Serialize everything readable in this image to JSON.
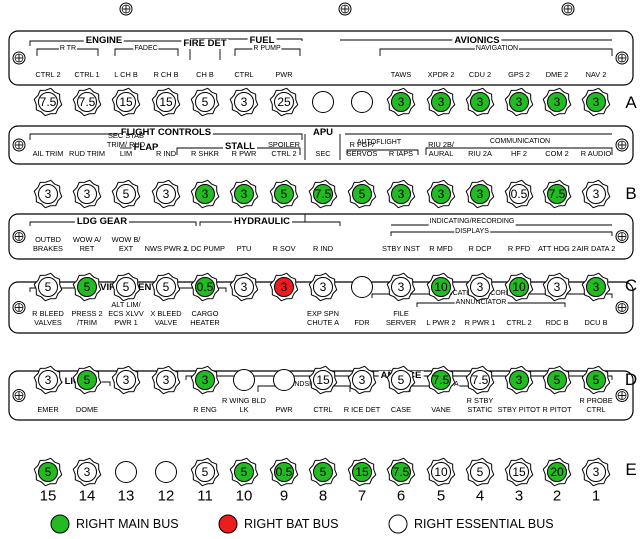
{
  "colors": {
    "main": "#22bb22",
    "bat": "#ee1c1c",
    "ess": "#ffffff"
  },
  "row_labels": [
    "A",
    "B",
    "C",
    "D",
    "E"
  ],
  "column_numbers": [
    "15",
    "14",
    "13",
    "12",
    "11",
    "10",
    "9",
    "8",
    "7",
    "6",
    "5",
    "4",
    "3",
    "2",
    "1"
  ],
  "legend": [
    {
      "bus": "main",
      "label": "RIGHT MAIN BUS"
    },
    {
      "bus": "bat",
      "label": "RIGHT BAT BUS"
    },
    {
      "bus": "ess",
      "label": "RIGHT ESSENTIAL BUS"
    }
  ],
  "rows": [
    {
      "id": "A",
      "groups": [
        "ENGINE",
        "FIRE DET",
        "FUEL",
        "AVIONICS"
      ],
      "subgroups": [
        "R TR",
        "FADEC",
        "R PUMP",
        "NAVIGATION"
      ],
      "labels": [
        "CTRL 2",
        "CTRL 1",
        "L CH B",
        "R CH B",
        "CH B",
        "CTRL",
        "PWR",
        "",
        "",
        "TAWS",
        "XPDR 2",
        "CDU 2",
        "GPS 2",
        "DME 2",
        "NAV 2"
      ],
      "breakers": [
        {
          "v": "7.5",
          "bus": "ess"
        },
        {
          "v": "7.5",
          "bus": "ess"
        },
        {
          "v": "15",
          "bus": "ess"
        },
        {
          "v": "15",
          "bus": "ess"
        },
        {
          "v": "5",
          "bus": "ess"
        },
        {
          "v": "3",
          "bus": "ess"
        },
        {
          "v": "25",
          "bus": "ess"
        },
        {
          "v": "",
          "bus": "ess"
        },
        {
          "v": "",
          "bus": "ess"
        },
        {
          "v": "3",
          "bus": "main"
        },
        {
          "v": "3",
          "bus": "main"
        },
        {
          "v": "3",
          "bus": "main"
        },
        {
          "v": "3",
          "bus": "main"
        },
        {
          "v": "3",
          "bus": "main"
        },
        {
          "v": "3",
          "bus": "main"
        }
      ]
    },
    {
      "id": "B",
      "groups": [
        "FLIGHT CONTROLS",
        "APU",
        "FLAP",
        "STALL"
      ],
      "subgroups": [
        "AUTOFLIGHT",
        "COMMUNICATION"
      ],
      "labels": [
        "AIL TRIM",
        "RUD TRIM",
        "SEC STAB TRIM/ RUD LIM",
        "R IND",
        "R SHKR",
        "R PWR",
        "SPOILER CTRL 2",
        "SEC",
        "R FGP/ SERVOS",
        "R IAPS",
        "RIU 2B/ AURAL",
        "RIU 2A",
        "HF 2",
        "COM 2",
        "R AUDIO"
      ],
      "breakers": [
        {
          "v": "3",
          "bus": "ess"
        },
        {
          "v": "3",
          "bus": "ess"
        },
        {
          "v": "5",
          "bus": "ess"
        },
        {
          "v": "3",
          "bus": "ess"
        },
        {
          "v": "3",
          "bus": "main"
        },
        {
          "v": "3",
          "bus": "main"
        },
        {
          "v": "5",
          "bus": "main"
        },
        {
          "v": "7.5",
          "bus": "main"
        },
        {
          "v": "5",
          "bus": "main"
        },
        {
          "v": "3",
          "bus": "main"
        },
        {
          "v": "3",
          "bus": "main"
        },
        {
          "v": "3",
          "bus": "main"
        },
        {
          "v": "0.5",
          "bus": "ess"
        },
        {
          "v": "7.5",
          "bus": "main"
        },
        {
          "v": "3",
          "bus": "ess"
        }
      ]
    },
    {
      "id": "C",
      "groups": [
        "LDG GEAR",
        "HYDRAULIC"
      ],
      "subgroups": [
        "INDICATING/RECORDING",
        "DISPLAYS"
      ],
      "labels": [
        "OUTBD BRAKES",
        "WOW A/ RET",
        "WOW B/ EXT",
        "NWS PWR 2",
        "L DC PUMP",
        "PTU",
        "R SOV",
        "R IND",
        "",
        "STBY INST",
        "R MFD",
        "R DCP",
        "R PFD",
        "ATT HDG 2",
        "AIR DATA 2"
      ],
      "breakers": [
        {
          "v": "5",
          "bus": "ess"
        },
        {
          "v": "5",
          "bus": "main"
        },
        {
          "v": "5",
          "bus": "ess"
        },
        {
          "v": "5",
          "bus": "ess"
        },
        {
          "v": "0.5",
          "bus": "main"
        },
        {
          "v": "3",
          "bus": "ess"
        },
        {
          "v": "3",
          "bus": "bat"
        },
        {
          "v": "3",
          "bus": "ess"
        },
        {
          "v": "",
          "bus": "ess"
        },
        {
          "v": "3",
          "bus": "ess"
        },
        {
          "v": "10",
          "bus": "main"
        },
        {
          "v": "3",
          "bus": "ess"
        },
        {
          "v": "10",
          "bus": "main"
        },
        {
          "v": "3",
          "bus": "ess"
        },
        {
          "v": "3",
          "bus": "main"
        }
      ]
    },
    {
      "id": "D",
      "groups": [
        "ENVIRONMENTAL"
      ],
      "subgroups": [
        "INDICATING/RECORDING",
        "ANNUNCIATOR"
      ],
      "labels": [
        "R BLEED VALVES",
        "PRESS 2 /TRIM",
        "ALT LIM/ ECS XLVV PWR 1",
        "X BLEED VALVE",
        "CARGO HEATER",
        "",
        "",
        "EXP SPN CHUTE A",
        "FDR",
        "FILE SERVER",
        "L PWR 2",
        "R PWR 1",
        "CTRL 2",
        "RDC B",
        "DCU B"
      ],
      "breakers": [
        {
          "v": "3",
          "bus": "ess"
        },
        {
          "v": "5",
          "bus": "main"
        },
        {
          "v": "3",
          "bus": "ess"
        },
        {
          "v": "3",
          "bus": "ess"
        },
        {
          "v": "3",
          "bus": "main"
        },
        {
          "v": "",
          "bus": "ess"
        },
        {
          "v": "",
          "bus": "ess"
        },
        {
          "v": "15",
          "bus": "ess"
        },
        {
          "v": "3",
          "bus": "ess"
        },
        {
          "v": "5",
          "bus": "ess"
        },
        {
          "v": "7.5",
          "bus": "main"
        },
        {
          "v": "7.5",
          "bus": "ess"
        },
        {
          "v": "3",
          "bus": "main"
        },
        {
          "v": "5",
          "bus": "main"
        },
        {
          "v": "5",
          "bus": "main"
        }
      ]
    },
    {
      "id": "E",
      "groups": [
        "LIGHTS",
        "ANTI ICE"
      ],
      "subgroups": [
        "L WINDSHIELD",
        "R AOA"
      ],
      "labels": [
        "EMER",
        "DOME",
        "",
        "",
        "R ENG",
        "R WING BLD LK",
        "PWR",
        "CTRL",
        "R ICE DET",
        "CASE",
        "VANE",
        "R STBY STATIC",
        "STBY PITOT",
        "R PITOT",
        "R PROBE CTRL"
      ],
      "breakers": [
        {
          "v": "5",
          "bus": "main"
        },
        {
          "v": "3",
          "bus": "ess"
        },
        {
          "v": "",
          "bus": "ess"
        },
        {
          "v": "",
          "bus": "ess"
        },
        {
          "v": "5",
          "bus": "ess"
        },
        {
          "v": "5",
          "bus": "main"
        },
        {
          "v": "0.5",
          "bus": "main"
        },
        {
          "v": "5",
          "bus": "main"
        },
        {
          "v": "15",
          "bus": "main"
        },
        {
          "v": "7.5",
          "bus": "main"
        },
        {
          "v": "10",
          "bus": "ess"
        },
        {
          "v": "5",
          "bus": "ess"
        },
        {
          "v": "15",
          "bus": "ess"
        },
        {
          "v": "20",
          "bus": "main"
        },
        {
          "v": "3",
          "bus": "ess"
        }
      ]
    }
  ]
}
